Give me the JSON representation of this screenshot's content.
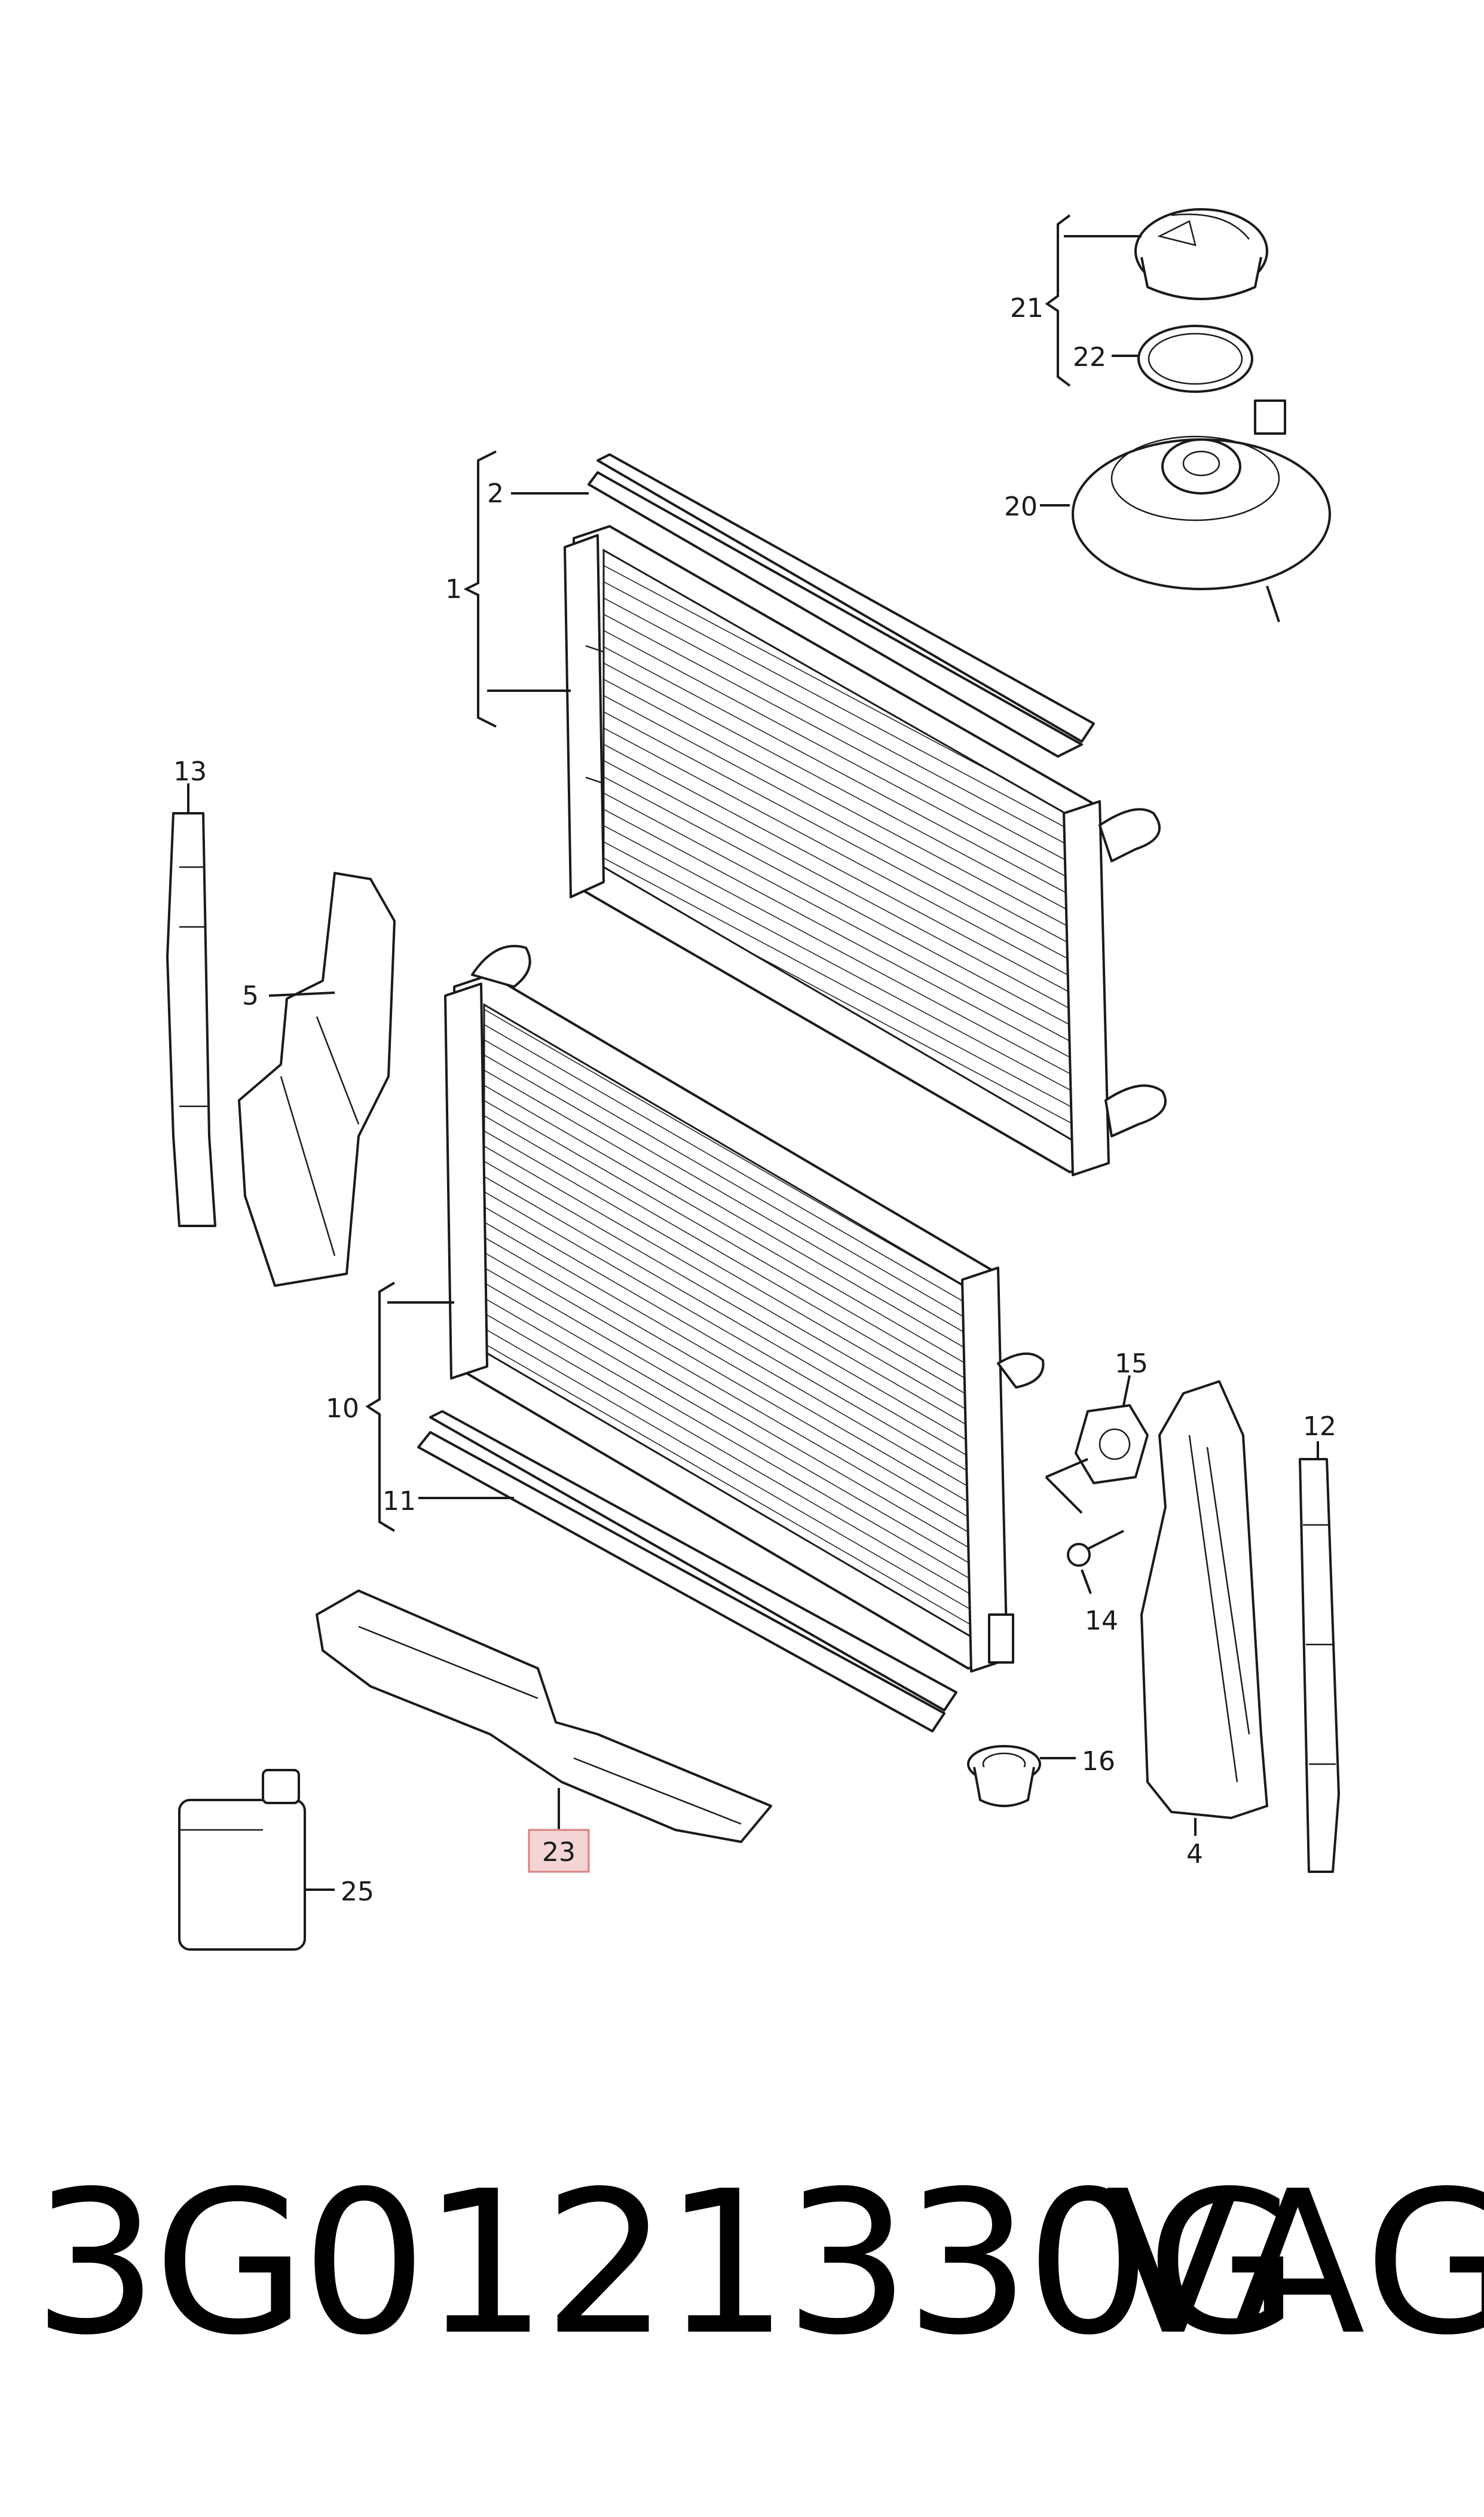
{
  "diagram": {
    "callouts": [
      "1",
      "2",
      "4",
      "5",
      "10",
      "11",
      "12",
      "13",
      "14",
      "15",
      "16",
      "20",
      "21",
      "22",
      "23",
      "25"
    ],
    "highlighted_callout": "23",
    "highlight_color": "#f4d4d4",
    "highlight_border": "#d88080"
  },
  "footer": {
    "part_number": "3G0121330G",
    "brand": "VAG"
  }
}
